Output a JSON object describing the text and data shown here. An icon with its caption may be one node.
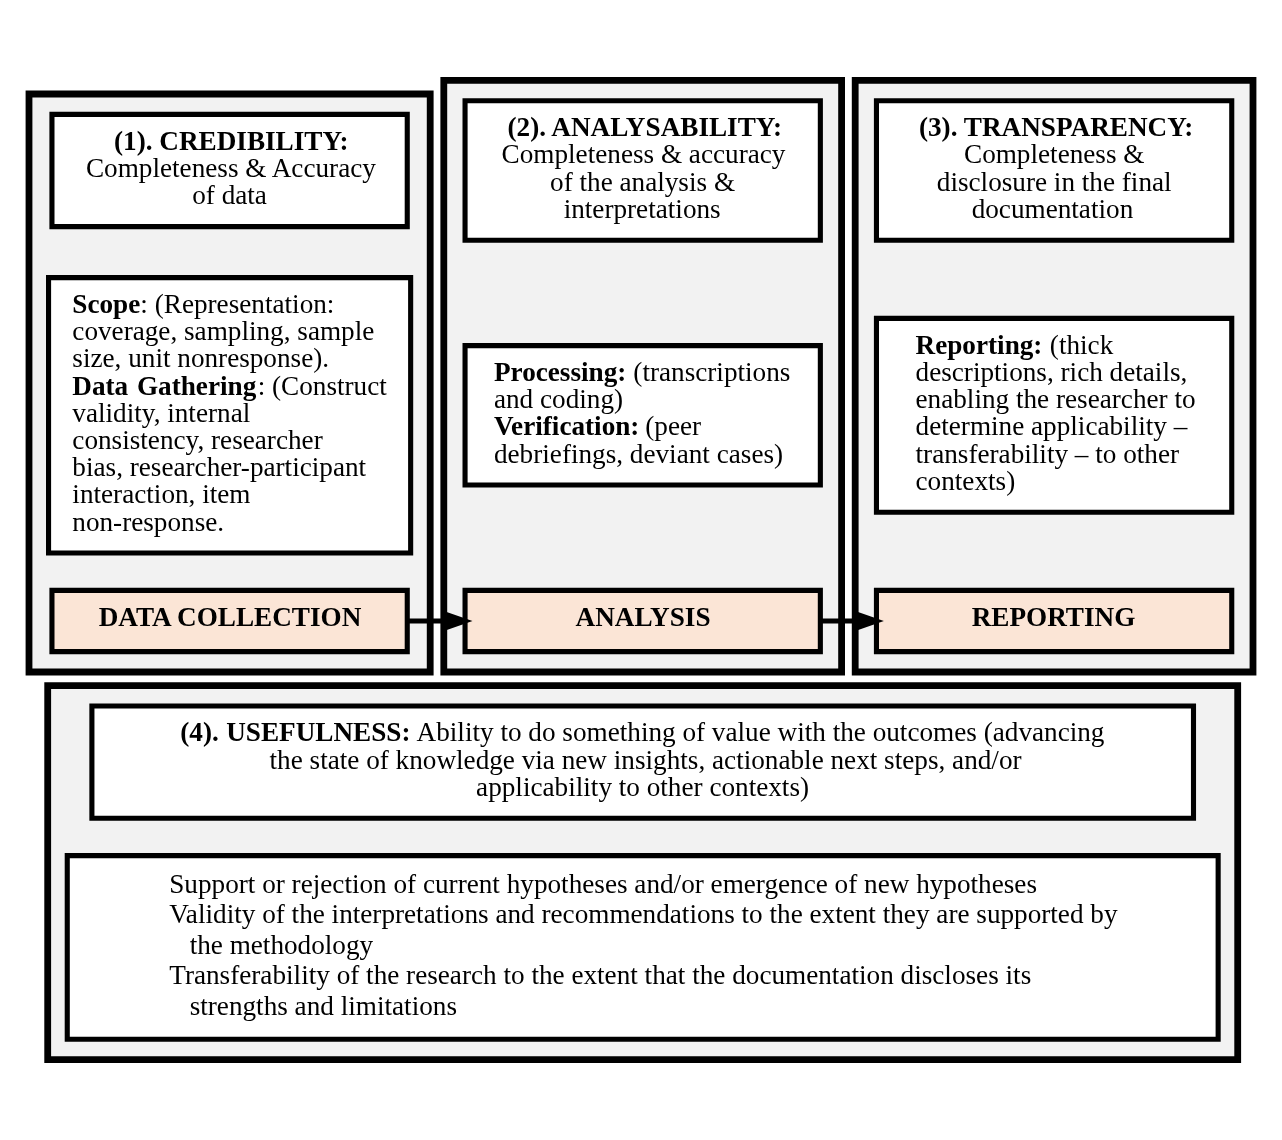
{
  "diagram": {
    "nodes": [
      {
        "text": [],
        "shape": "box"
      },
      {
        "text": [
          "(1). CREDIBILITY:",
          "Completeness & Accuracy of data"
        ],
        "in": 0
      },
      {
        "text": [
          "**Scope**: (Representation: coverage, sampling, sample size, unit nonresponse).",
          "**Data Gathering**: (Construct validity, internal consistency, researcher bias, researcher-participant interaction, item non-response."
        ],
        "in": 0
      },
      {
        "text": [
          "DATA COLLECTION"
        ],
        "in": 0
      },
      {
        "text": [],
        "shape": "box"
      },
      {
        "text": [
          "(2). ANALYSABILITY:",
          "Completeness & accuracy of the analysis & interpretations"
        ],
        "in": 4
      },
      {
        "text": [
          "**Processing:** (transcriptions and coding)",
          "**Verification:** (peer debriefings, deviant cases)"
        ],
        "in": 4
      },
      {
        "text": [
          "ANALYSIS"
        ],
        "in": 4
      },
      {
        "text": [],
        "shape": "box"
      },
      {
        "text": [
          "(3). TRANSPARENCY:",
          "Completeness & disclosure in the final documentation"
        ],
        "in": 8
      },
      {
        "text": [
          "**Reporting:** (thick descriptions, rich details, enabling the researcher to determine applicability – transferability – to other contexts)"
        ],
        "in": 8
      },
      {
        "text": [
          "REPORTING"
        ],
        "in": 8
      },
      {
        "text": [],
        "shape": "box"
      },
      {
        "text": [
          "**(4). USEFULNESS:** Ability to do something of value with the outcomes (advancing the state of knowledge via new insights, actionable next steps, and/or applicability to other contexts)"
        ],
        "in": 12
      },
      {
        "text": [
          "Support or rejection of current hypotheses and/or emergence of new hypotheses",
          "Validity of the interpretations and recommendations to the extent they are supported by the methodology",
          "Transferability of the research to the extent that the documentation discloses its strengths and limitations"
        ],
        "in": 12
      }
    ],
    "edges": [
      {
        "from": 3,
        "to": 7,
        "arrow": "to"
      },
      {
        "from": 7,
        "to": 11,
        "arrow": "to"
      }
    ]
  }
}
